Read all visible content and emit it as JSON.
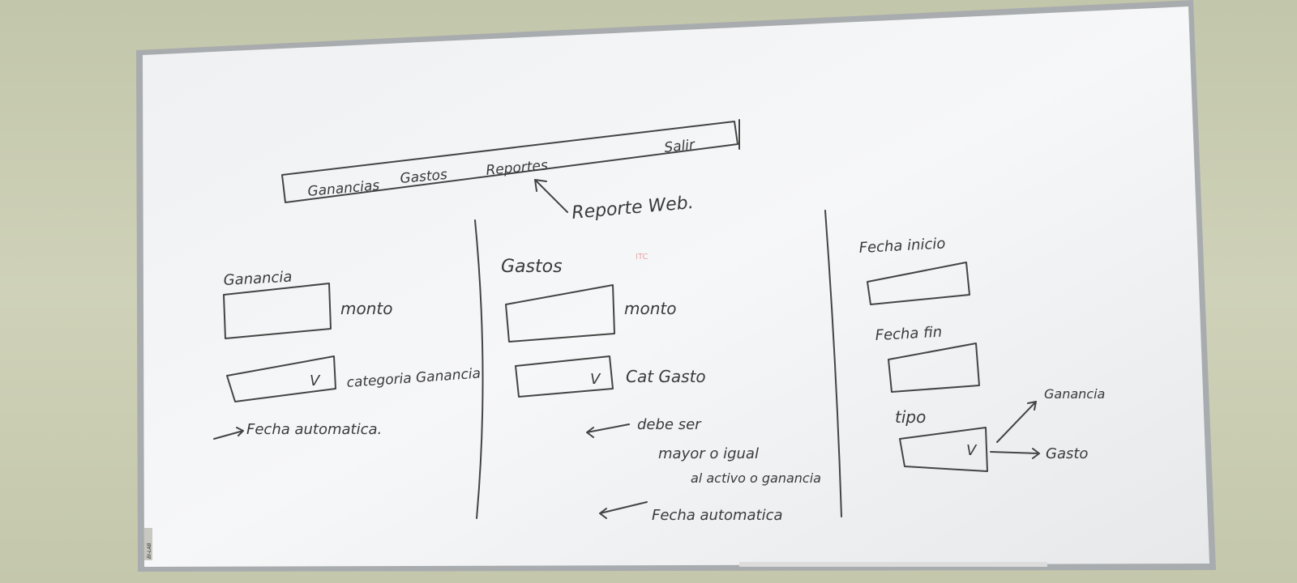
{
  "navbar": {
    "items": [
      "Ganancias",
      "Gastos",
      "Reportes"
    ],
    "exit": "Salir",
    "report_note": "Reporte Web."
  },
  "ganancia_section": {
    "title": "Ganancia",
    "monto_label": "monto",
    "select_value": "V",
    "categoria_label": "categoria Ganancia",
    "note": "Fecha automatica."
  },
  "gastos_section": {
    "title": "Gastos",
    "monto_label": "monto",
    "select_value": "V",
    "categoria_label": "Cat Gasto",
    "note_line1": "debe ser",
    "note_line2": "mayor o igual",
    "note_line3": "al activo o ganancia",
    "note_fecha": "Fecha automatica",
    "red_mark": "ITC"
  },
  "report_section": {
    "fecha_inicio_label": "Fecha inicio",
    "fecha_fin_label": "Fecha fin",
    "tipo_label": "tipo",
    "select_value": "V",
    "option_ganancia": "Ganancia",
    "option_gasto": "Gasto"
  },
  "board_corner_label": "BI-LAB"
}
